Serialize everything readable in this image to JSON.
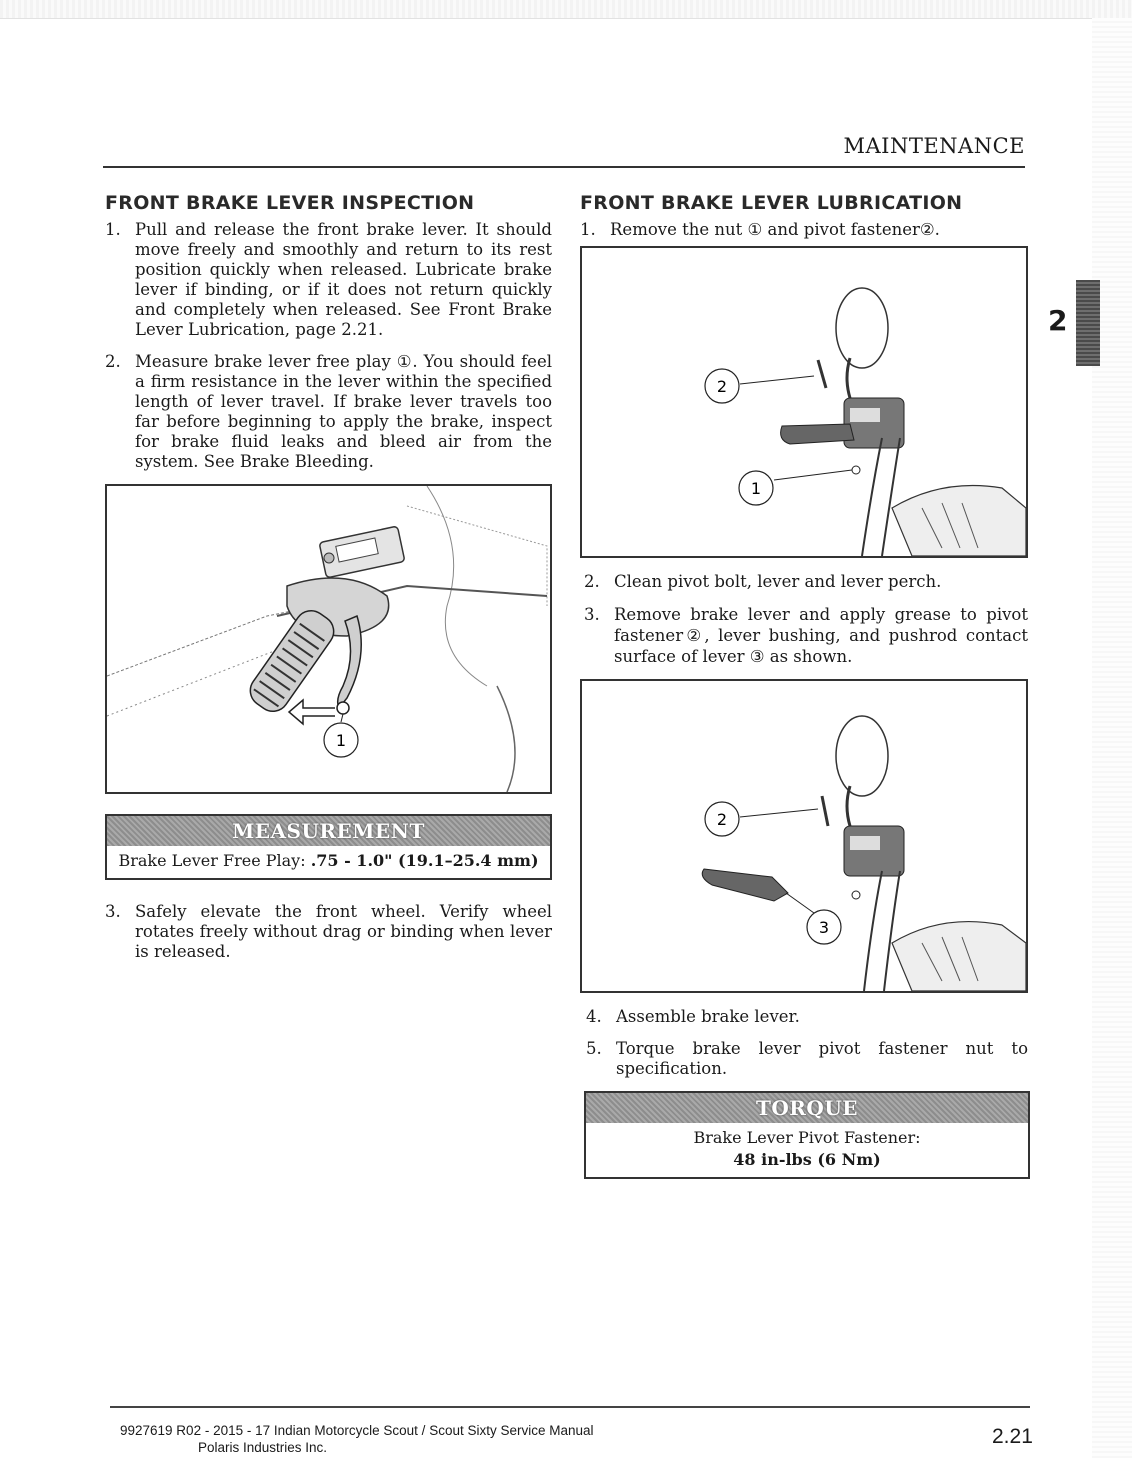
{
  "header": {
    "section": "MAINTENANCE"
  },
  "tab": {
    "chapter": "2"
  },
  "left": {
    "heading": "FRONT BRAKE LEVER INSPECTION",
    "steps": [
      {
        "num": "1.",
        "text": "Pull and release the front brake lever. It should move freely and smoothly and return to its rest position quickly when released. Lubricate brake lever if binding, or if it does not return quickly and completely when released. See Front Brake Lever Lubrication, page 2.21."
      },
      {
        "num": "2.",
        "text": "Measure brake lever free play ①. You should feel a firm resistance in the lever within the specified length of lever travel. If brake lever travels too far before beginning to apply the brake, inspect for brake fluid leaks and bleed air from the system. See Brake Bleeding."
      },
      {
        "num": "3.",
        "text": "Safely elevate the front wheel. Verify wheel rotates freely without drag or binding when lever is released."
      }
    ],
    "figure": {
      "callouts": [
        "1"
      ]
    },
    "measurement": {
      "title": "MEASUREMENT",
      "label": "Brake Lever Free Play: ",
      "value": ".75 - 1.0\" (19.1–25.4 mm)"
    }
  },
  "right": {
    "heading": "FRONT BRAKE LEVER LUBRICATION",
    "steps": [
      {
        "num": "1.",
        "text": "Remove the nut ① and pivot fastener②."
      },
      {
        "num": "2.",
        "text": "Clean pivot bolt, lever and lever perch."
      },
      {
        "num": "3.",
        "text": "Remove brake lever and apply grease to pivot fastener②, lever bushing, and pushrod contact surface of lever ③ as shown."
      },
      {
        "num": "4.",
        "text": "Assemble brake lever."
      },
      {
        "num": "5.",
        "text": "Torque brake lever pivot fastener nut to specification."
      }
    ],
    "figure1": {
      "callouts": [
        "2",
        "1"
      ]
    },
    "figure2": {
      "callouts": [
        "2",
        "3"
      ]
    },
    "torque": {
      "title": "TORQUE",
      "label": "Brake Lever Pivot Fastener:",
      "value": "48 in-lbs (6 Nm)"
    }
  },
  "footer": {
    "line1": "9927619 R02 - 2015 - 17 Indian Motorcycle Scout / Scout Sixty Service Manual",
    "line2": "Polaris Industries Inc.",
    "page": "2.21"
  }
}
